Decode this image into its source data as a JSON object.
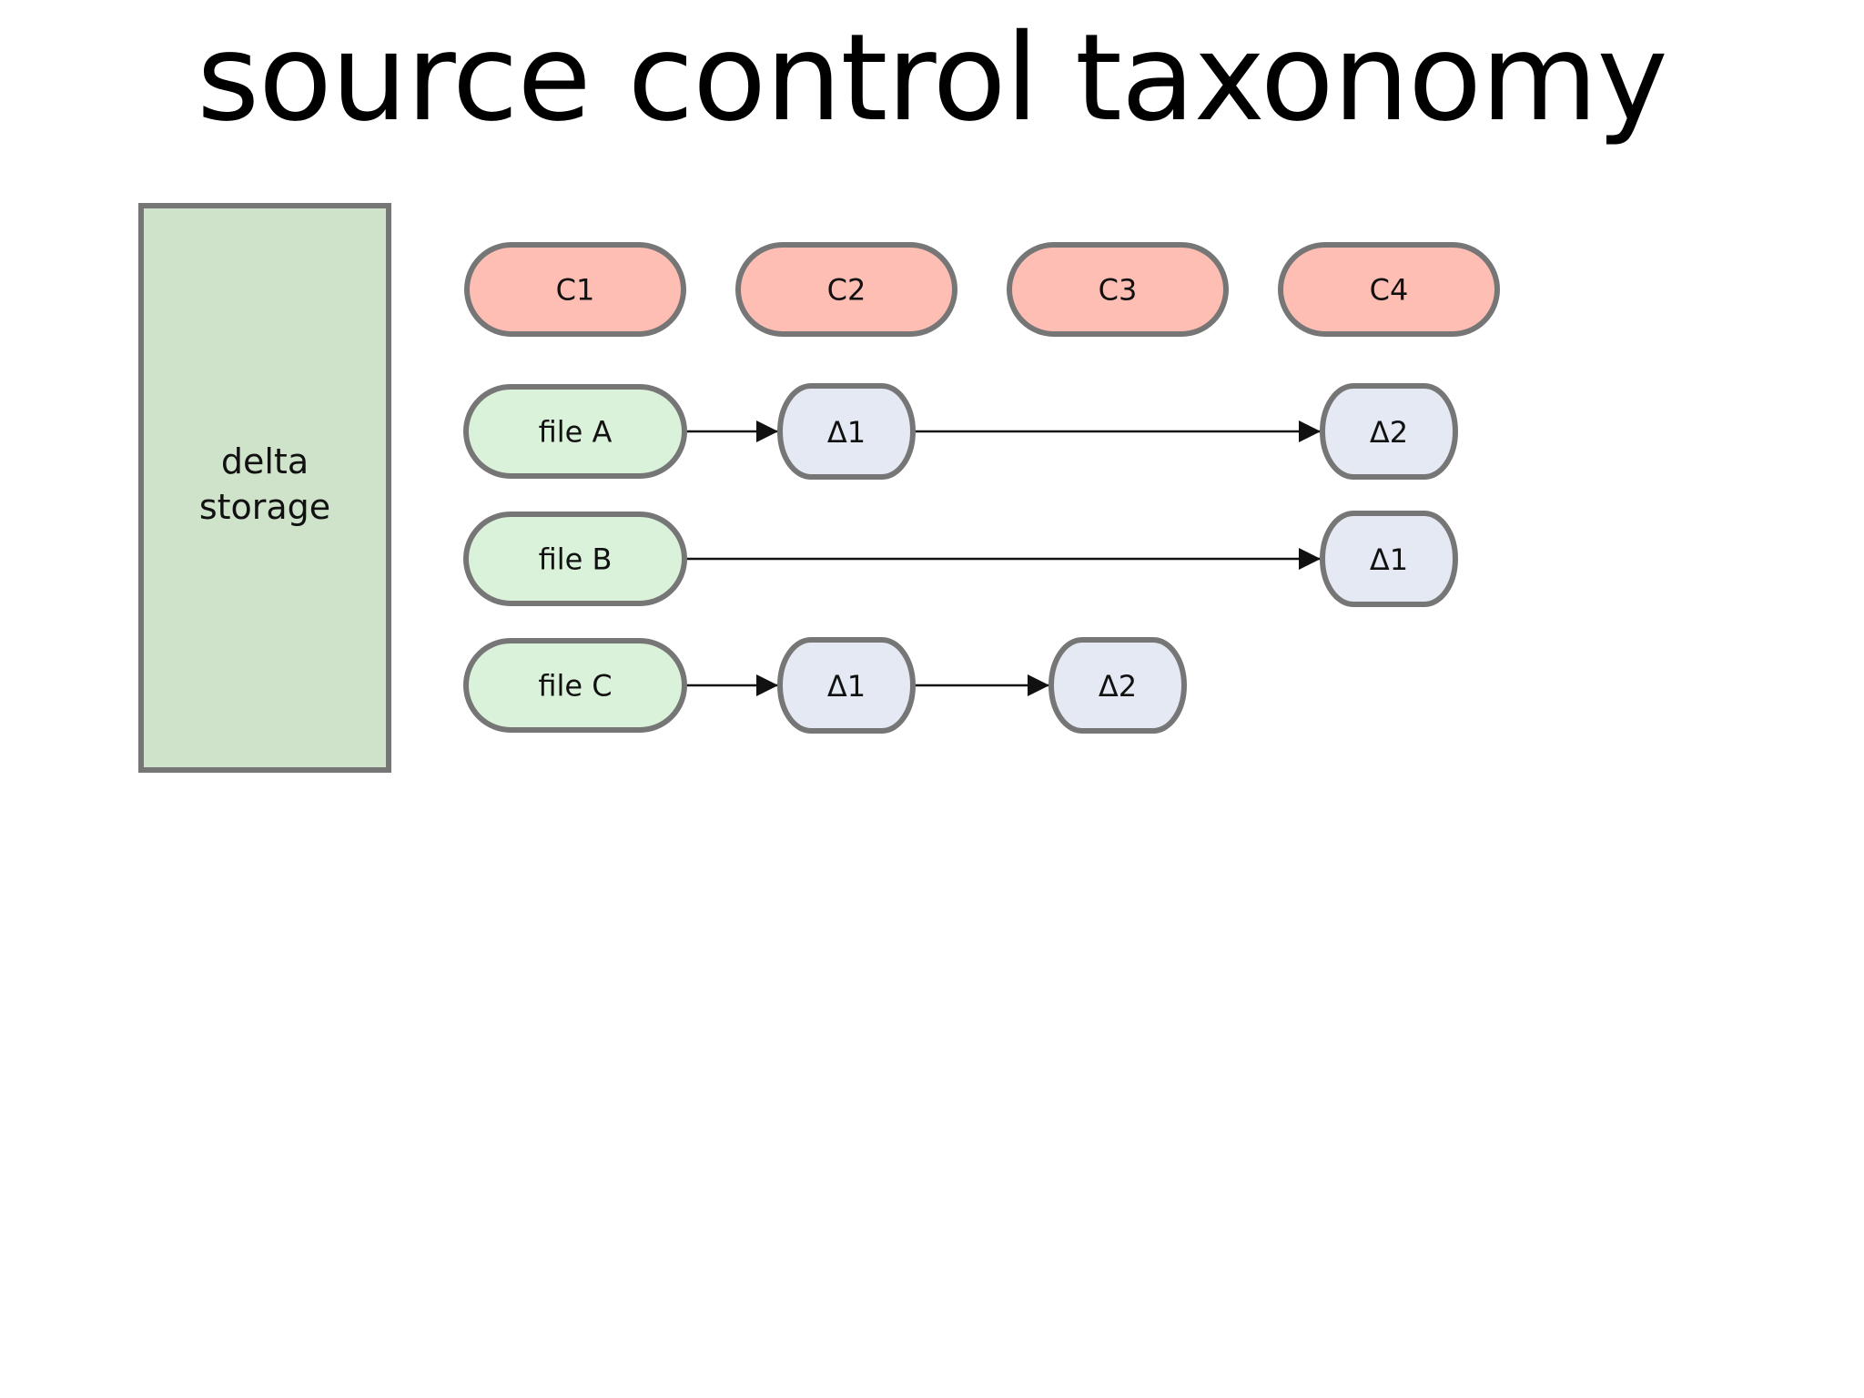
{
  "slide": {
    "title": "source control taxonomy"
  },
  "diagram": {
    "storage_label_line1": "delta",
    "storage_label_line2": "storage",
    "commits": [
      "C1",
      "C2",
      "C3",
      "C4"
    ],
    "rows": [
      {
        "file": "file A",
        "deltas": [
          {
            "label": "Δ1",
            "commit": "C2"
          },
          {
            "label": "Δ2",
            "commit": "C4"
          }
        ]
      },
      {
        "file": "file B",
        "deltas": [
          {
            "label": "Δ1",
            "commit": "C4"
          }
        ]
      },
      {
        "file": "file C",
        "deltas": [
          {
            "label": "Δ1",
            "commit": "C2"
          },
          {
            "label": "Δ2",
            "commit": "C3"
          }
        ]
      }
    ],
    "colors": {
      "storage_fill": "#cfe3cb",
      "commit_fill": "#ffbeb4",
      "file_fill": "#daf2da",
      "delta_fill": "#e4e9f3",
      "stroke": "#767676",
      "arrow": "#111111"
    }
  }
}
